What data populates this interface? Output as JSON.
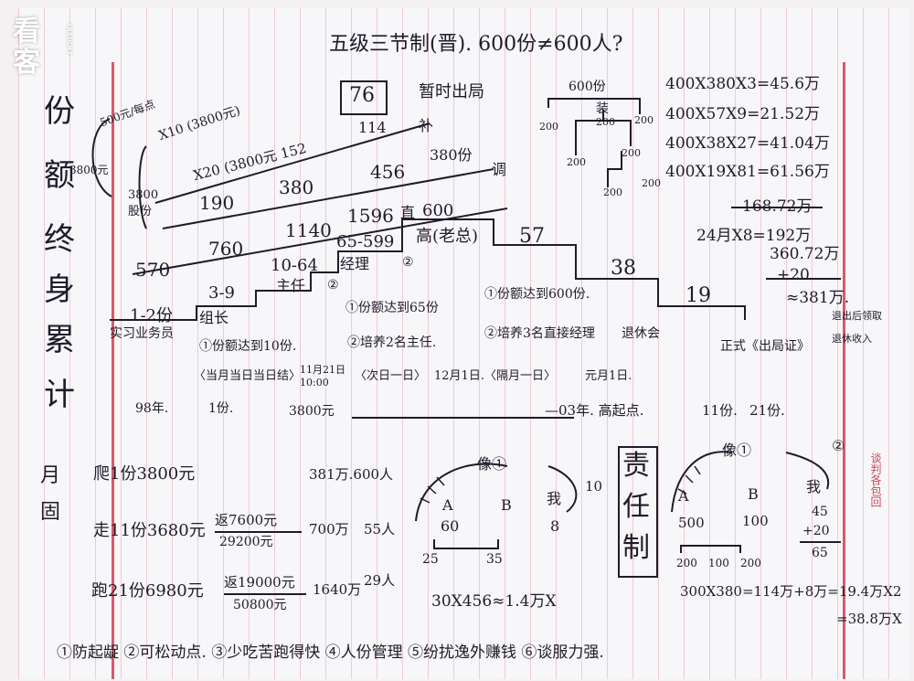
{
  "watermark": {
    "main": "看\n客",
    "side": "INSIGHT"
  },
  "title": "五级三节制(晋). 600份≠600人?",
  "left_column": [
    "份",
    "额",
    "终",
    "身",
    "累",
    "计"
  ],
  "left_top": {
    "price": "3800元",
    "note1": "500元/每点",
    "note2": "3800\n股份"
  },
  "monthly_label": [
    "月",
    "固"
  ],
  "levels": {
    "l1": "1-2份",
    "l1_role": "实习业务员",
    "l2": "3-9",
    "l2_role": "组长",
    "l3": "10-64",
    "l3_role": "主任",
    "l4": "65-599",
    "l4_role": "经理",
    "l5": "600",
    "l5_role": "高(老总)"
  },
  "diagonal_labels": {
    "d1": "X10 (3800元)",
    "d2": "X20 (3800元 152",
    "d3": "114",
    "d4": "76",
    "d5": "暂时出局",
    "d6": "补",
    "d7": "380份",
    "d8": "调",
    "d9": "456",
    "d10": "380",
    "d11": "190",
    "d12": "1596",
    "d13": "直",
    "d14": "1140",
    "d15": "760",
    "d16": "570"
  },
  "steps": {
    "s57": "57",
    "s38": "38",
    "s19": "19"
  },
  "conditions": {
    "c1": "①份额达到10份.",
    "c2": "①份额达到65份",
    "c3": "②培养2名主任.",
    "c4": "①份额达到600份.",
    "c5": "②培养3名直接经理",
    "c6": "退休会",
    "c7": "正式《出局证》",
    "c8": "②",
    "c9": "②"
  },
  "dates": {
    "d1": "〈当月当日当日结〉",
    "d2": "11月21日\n10:00",
    "d3": "〈次日一日〉",
    "d4": "12月1日.",
    "d5": "〈隔月一日〉",
    "d6": "元月1日."
  },
  "timeline": {
    "t1": "98年.",
    "t2": "1份.",
    "t3": "3800元",
    "t4": "—03年. 高起点.",
    "t5": "11份.",
    "t6": "21份."
  },
  "tree": {
    "top": "600份",
    "mid": "装",
    "nodes": [
      "200",
      "200",
      "200",
      "200",
      "200",
      "200",
      "200"
    ]
  },
  "right_calc": [
    "400X380X3=45.6万",
    "400X57X9=21.52万",
    "400X38X27=41.04万",
    "400X19X81=61.56万",
    "168.72万",
    "24月X8=192万",
    "360.72万",
    "+20",
    "≈381万.",
    "退出后领取",
    "退休收入"
  ],
  "bottom_left": {
    "r1a": "爬1份3800元",
    "r1b": "381万.600人",
    "r2a": "走11份3680元",
    "r2b": "返7600元",
    "r2c": "29200元",
    "r2d": "700万",
    "r2e": "55人",
    "r3a": "跑21份6980元",
    "r3b": "返19000元",
    "r3c": "50800元",
    "r3d": "1640万",
    "r3e": "29人"
  },
  "diagram_mid": {
    "top": "像①",
    "a": "A",
    "b": "B",
    "me": "我",
    "v60": "60",
    "v8": "8",
    "v10": "10",
    "v25": "25",
    "v35": "35",
    "calc": "30X456≈1.4万X"
  },
  "responsibility_box": [
    "责",
    "任",
    "制"
  ],
  "diagram_right": {
    "top": "像①",
    "a": "A",
    "b": "B",
    "me": "我",
    "v500": "500",
    "v100": "100",
    "v45": "45",
    "v20": "+20",
    "v65": "65",
    "n1": "200",
    "n2": "100",
    "n3": "200",
    "marker": "②",
    "side": "谈判各包回",
    "calc": "300X380=114万+8万=19.4万X2",
    "calc2": "=38.8万X"
  },
  "footer": "①防起龊 ②可松动点. ③少吃苦跑得快 ④人份管理 ⑤纷扰逸外赚钱 ⑥谈服力强."
}
